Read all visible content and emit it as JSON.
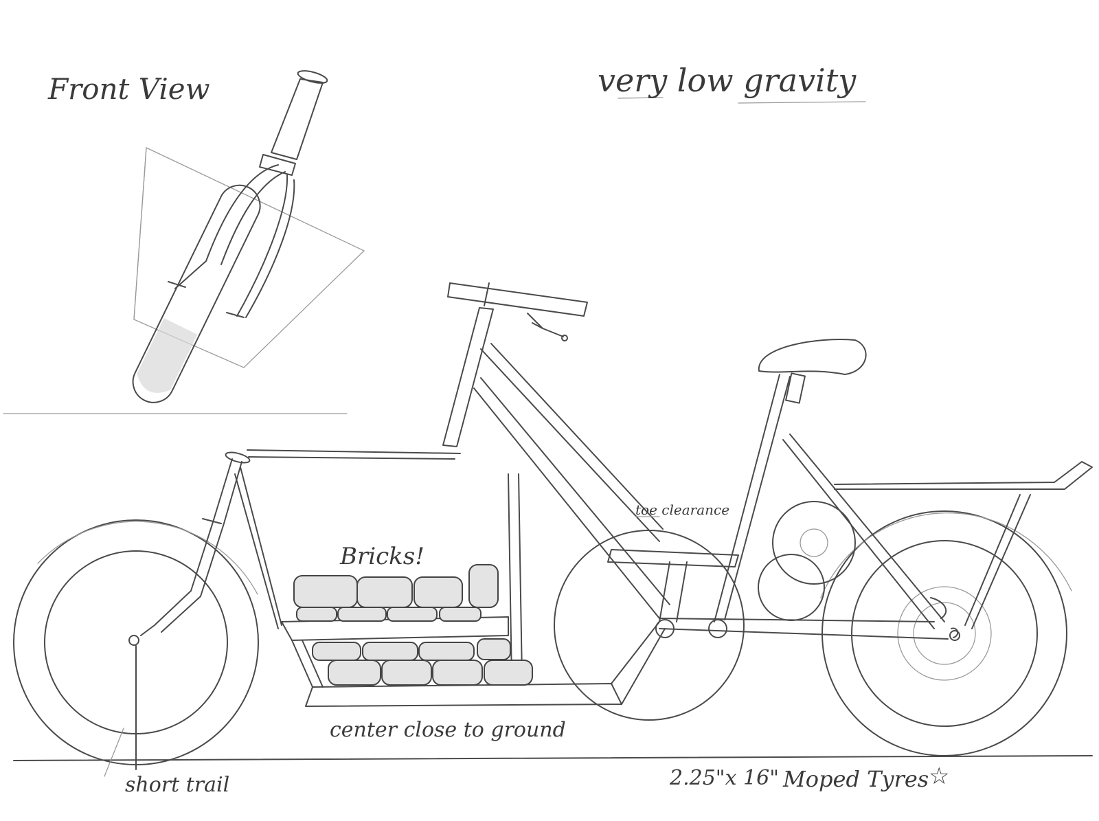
{
  "annotations": {
    "front_view": "Front View",
    "gravity_note": "very low gravity",
    "toe_clearance": "toe clearance",
    "bricks": "Bricks!",
    "center_note": "center close to ground",
    "short_trail": "short trail",
    "tyre_size": "2.25\"x 16\"",
    "tyre_type": "Moped Tyres",
    "star_mark": "☆"
  }
}
